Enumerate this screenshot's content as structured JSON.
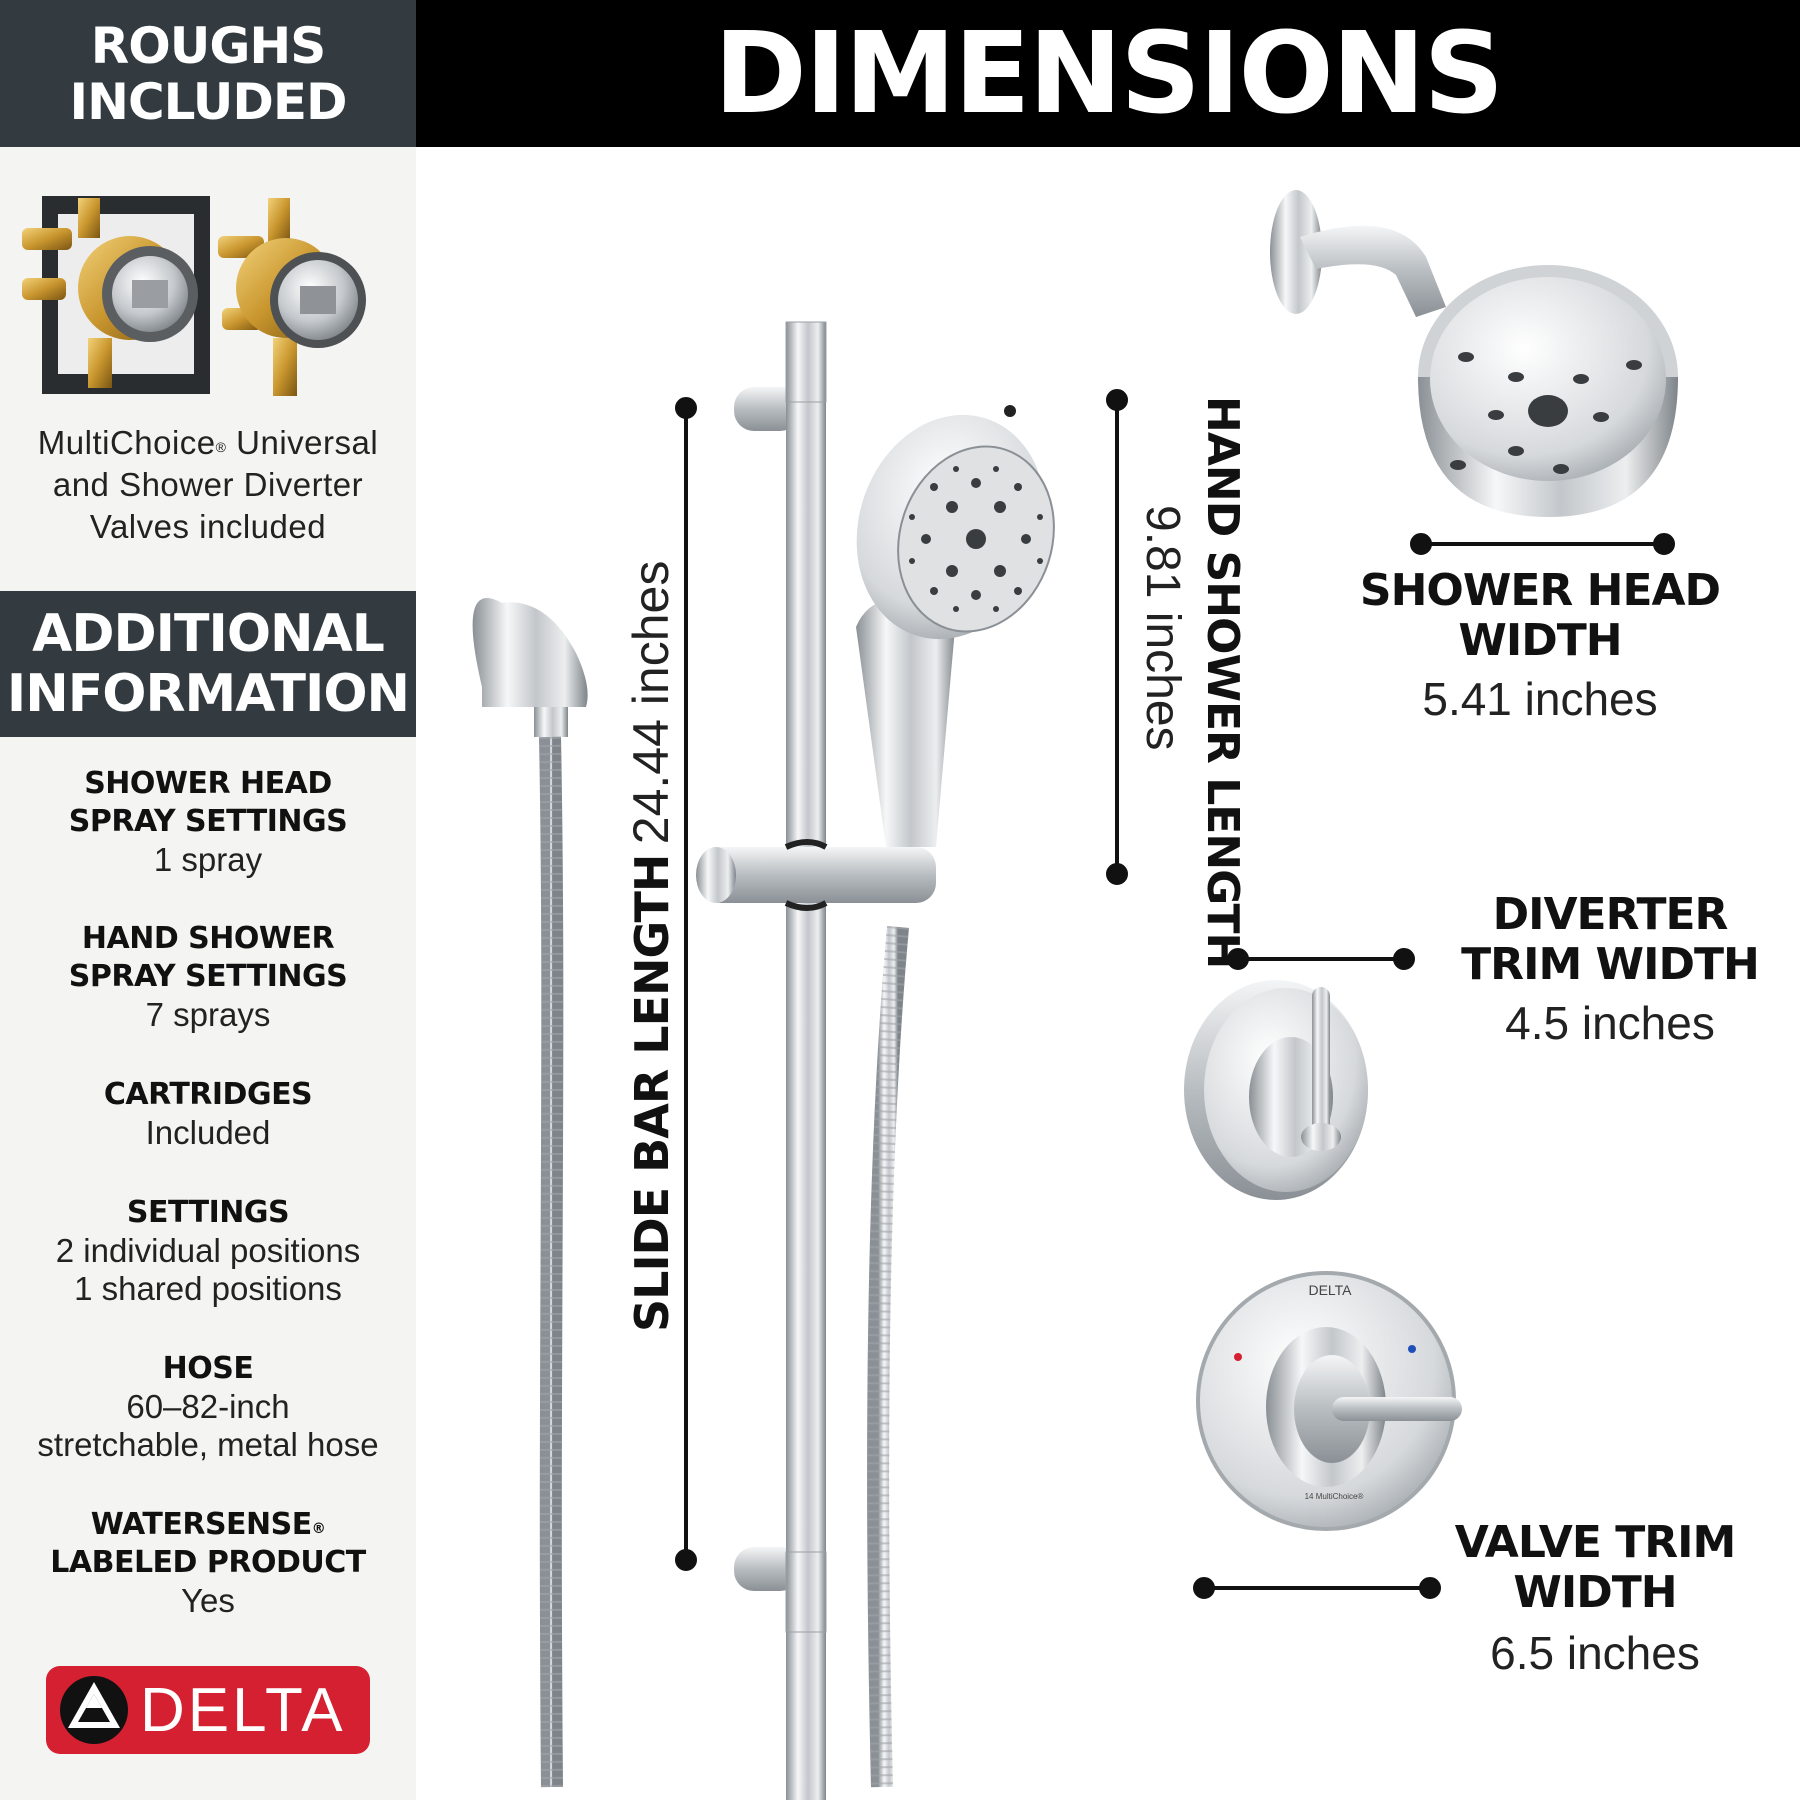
{
  "header": {
    "title": "DIMENSIONS"
  },
  "sidebar": {
    "roughs_title": [
      "ROUGHS",
      "INCLUDED"
    ],
    "valves_caption": [
      "MultiChoice",
      "®",
      " Universal",
      "and Shower Diverter",
      "Valves included"
    ],
    "additional_title": [
      "ADDITIONAL",
      "INFORMATION"
    ],
    "specs": [
      {
        "label": [
          "SHOWER HEAD",
          "SPRAY SETTINGS"
        ],
        "value": [
          "1 spray"
        ]
      },
      {
        "label": [
          "HAND SHOWER",
          "SPRAY SETTINGS"
        ],
        "value": [
          "7 sprays"
        ]
      },
      {
        "label": [
          "CARTRIDGES"
        ],
        "value": [
          "Included"
        ]
      },
      {
        "label": [
          "SETTINGS"
        ],
        "value": [
          "2 individual positions",
          "1 shared positions"
        ]
      },
      {
        "label": [
          "HOSE"
        ],
        "value": [
          "60–82-inch",
          "stretchable, metal hose"
        ]
      },
      {
        "label": [
          "WATERSENSE",
          "®",
          "LABELED PRODUCT"
        ],
        "value": [
          "Yes"
        ]
      }
    ],
    "brand": "DELTA"
  },
  "dimensions": {
    "slide_bar": {
      "label": "SLIDE BAR LENGTH",
      "value": "24.44 inches"
    },
    "hand_shower": {
      "label": "HAND SHOWER LENGTH",
      "value": "9.81 inches"
    },
    "shower_head": {
      "label": [
        "SHOWER HEAD",
        "WIDTH"
      ],
      "value": "5.41 inches"
    },
    "diverter": {
      "label": [
        "DIVERTER",
        "TRIM WIDTH"
      ],
      "value": "4.5 inches"
    },
    "valve_trim": {
      "label": [
        "VALVE TRIM",
        "WIDTH"
      ],
      "value": "6.5 inches"
    }
  },
  "product_marks": {
    "trim_brand": "DELTA",
    "trim_model": "14 MultiChoice®"
  },
  "colors": {
    "header_black": "#000000",
    "sidebar_dark": "#333b40",
    "sidebar_bg": "#f4f4f2",
    "brand_red": "#d42030",
    "chrome": "#c8ccd0"
  }
}
